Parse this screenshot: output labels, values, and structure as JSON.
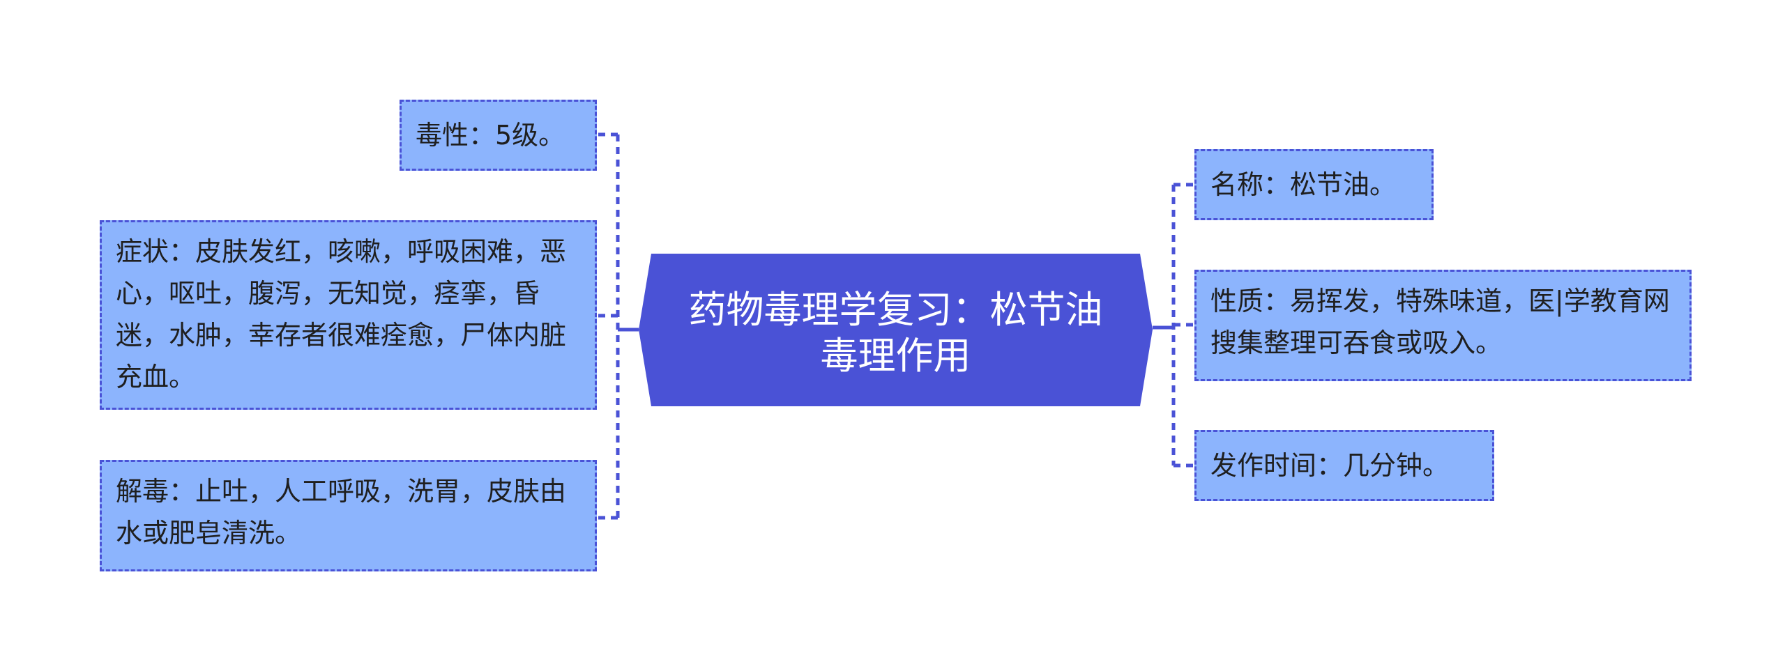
{
  "central_topic": {
    "title": "药物毒理学复习：松节油毒理作用"
  },
  "left_branches": [
    {
      "text": "毒性：5级。"
    },
    {
      "text": "症状：皮肤发红，咳嗽，呼吸困难，恶心，呕吐，腹泻，无知觉，痉挛，昏迷，水肿，幸存者很难痊愈，尸体内脏充血。"
    },
    {
      "text": "解毒：止吐，人工呼吸，洗胃，皮肤由水或肥皂清洗。"
    }
  ],
  "right_branches": [
    {
      "text": "名称：松节油。"
    },
    {
      "text": "性质：易挥发，特殊味道，医|学教育网搜集整理可吞食或吸入。"
    },
    {
      "text": "发作时间：几分钟。"
    }
  ],
  "colors": {
    "central_fill": "#4a52d6",
    "node_fill": "#8cb4fd",
    "node_border": "#4a52d6",
    "connector": "#4a52d6",
    "node_text": "#1f1f1f",
    "central_text": "#ffffff"
  }
}
